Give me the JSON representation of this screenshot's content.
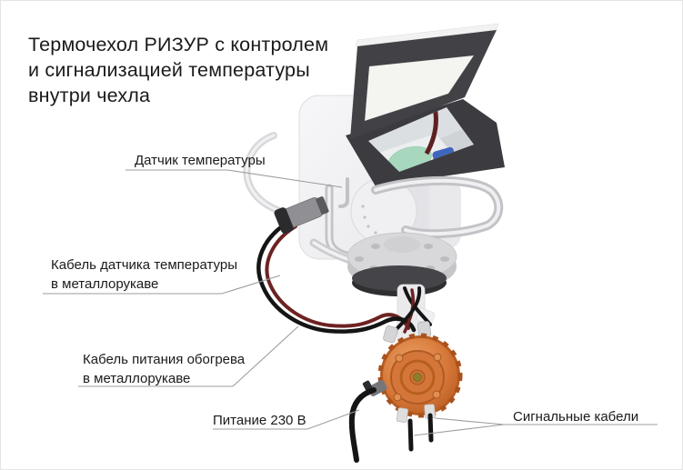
{
  "page": {
    "title": "Термочехол РИЗУР с контролем\nи сигнализацией температуры\nвнутри чехла"
  },
  "labels": {
    "temperature_sensor": "Датчик температуры",
    "sensor_cable": "Кабель датчика температуры\nв металлорукаве",
    "heating_power_cable": "Кабель питания обогрева\nв металлорукаве",
    "power_supply": "Питание 230 В",
    "signal_cables": "Сигнальные кабели"
  },
  "colors": {
    "text": "#1a1a1a",
    "leader_line": "#9d9d9d",
    "frame_dark": "#3c3c40",
    "cover_body": "#f1f1f3",
    "junction_box_orange": "#d4763a",
    "cable_black": "#151515",
    "cable_dark_red": "#6e2222",
    "component_teal": "#a7d7bd",
    "component_blue": "#3f66be",
    "ghost_gray": "#d9d9dc"
  }
}
